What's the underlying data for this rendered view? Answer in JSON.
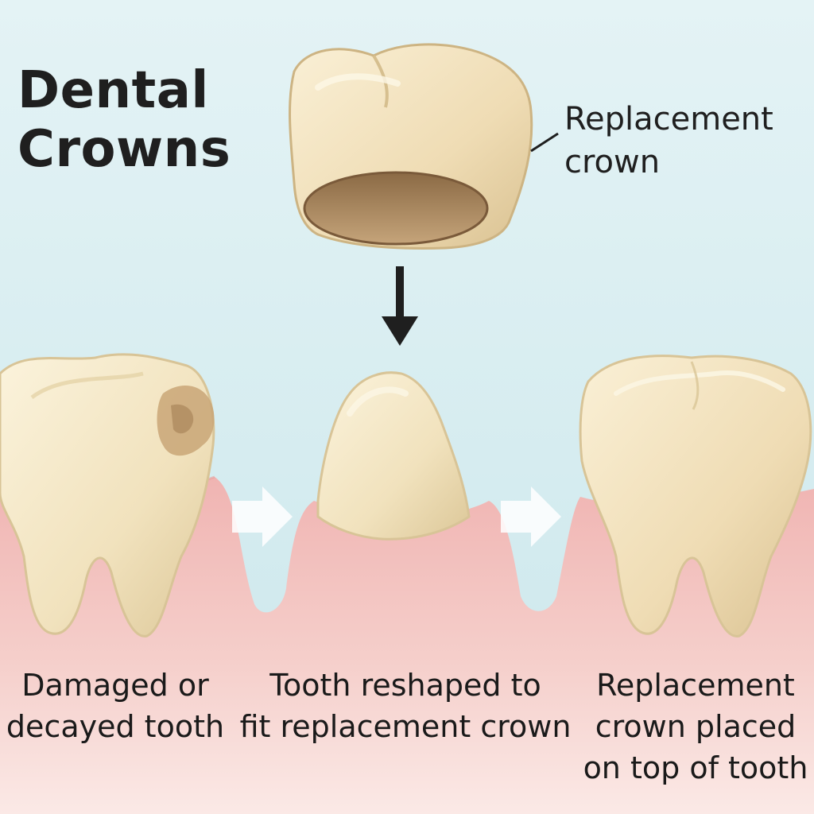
{
  "title": {
    "line1": "Dental",
    "line2": "Crowns"
  },
  "callout": {
    "line1": "Replacement",
    "line2": "crown"
  },
  "steps": [
    {
      "line1": "Damaged or",
      "line2": "decayed tooth"
    },
    {
      "line1": "Tooth reshaped to",
      "line2": "fit replacement crown"
    },
    {
      "line1": "Replacement",
      "line2": "crown placed",
      "line3": "on top of tooth"
    }
  ],
  "colors": {
    "background": "#d9eef2",
    "gum": "#f2c1bd",
    "tooth": "#f3e6c4",
    "decay": "#c9a677",
    "text": "#1f1f1f"
  }
}
